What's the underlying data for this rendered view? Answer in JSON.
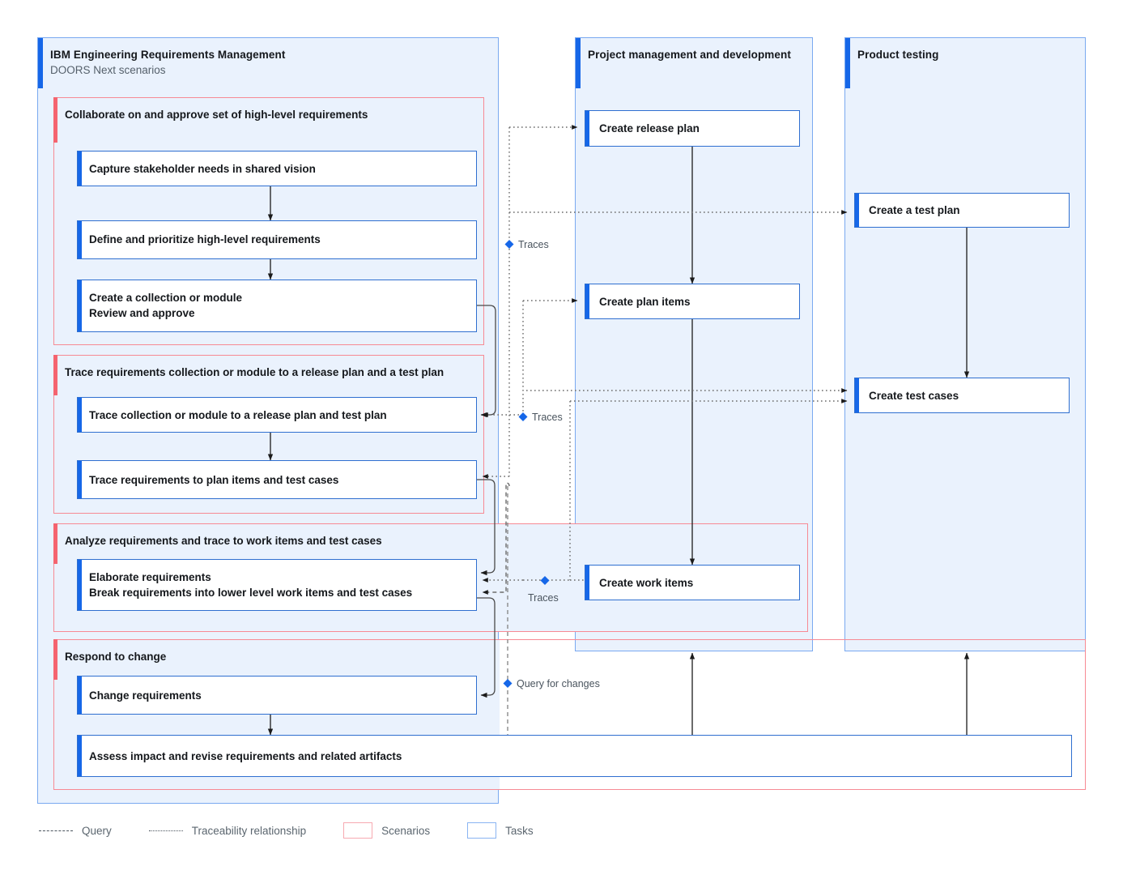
{
  "diagram": {
    "type": "swimlane-flow",
    "title": "IBM Engineering Requirements Management DOORS Next scenarios"
  },
  "lanes": [
    {
      "id": "erm",
      "title": "IBM Engineering Requirements Management",
      "subtitle": "DOORS Next scenarios"
    },
    {
      "id": "pmd",
      "title": "Project management and development",
      "subtitle": ""
    },
    {
      "id": "test",
      "title": "Product testing",
      "subtitle": ""
    }
  ],
  "scenarios": [
    {
      "id": "s1",
      "title": "Collaborate on and approve set of high-level requirements"
    },
    {
      "id": "s2",
      "title": "Trace requirements collection or module to a release plan and a test plan"
    },
    {
      "id": "s3",
      "title": "Analyze requirements and trace to work items and test cases"
    },
    {
      "id": "s4",
      "title": "Respond to change"
    }
  ],
  "tasks": {
    "capture_needs": "Capture stakeholder needs in shared vision",
    "define_prior": "Define and prioritize high-level requirements",
    "create_review": "Create a collection or module\nReview and approve",
    "trace_collection": "Trace collection or module to a release plan and test plan",
    "trace_req": "Trace requirements to plan items and test cases",
    "elaborate": "Elaborate requirements\nBreak requirements into lower level work items and test cases",
    "change_req": "Change requirements",
    "assess_impact": "Assess impact and revise requirements and related artifacts",
    "release_plan": "Create release plan",
    "plan_items": "Create plan items",
    "work_items": "Create work items",
    "test_plan": "Create a test plan",
    "test_cases": "Create test cases"
  },
  "edge_labels": {
    "traces_1": "Traces",
    "traces_2": "Traces",
    "traces_3": "Traces",
    "query_changes": "Query for changes"
  },
  "legend": [
    {
      "id": "query",
      "kind": "dash",
      "label": "Query"
    },
    {
      "id": "trace",
      "kind": "dot",
      "label": "Traceability relationship"
    },
    {
      "id": "scen",
      "kind": "scen",
      "label": "Scenarios"
    },
    {
      "id": "task",
      "kind": "task",
      "label": "Tasks"
    }
  ],
  "colors": {
    "lane_fill": "#eaf2fd",
    "lane_border": "#7aa9f0",
    "lane_accent": "#1667e8",
    "scenario_border": "#f78a94",
    "scenario_accent": "#f4646f",
    "task_border": "#2f6fd0",
    "task_accent": "#1667e8",
    "connector": "#3a3a3a",
    "diamond": "#1667e8"
  }
}
